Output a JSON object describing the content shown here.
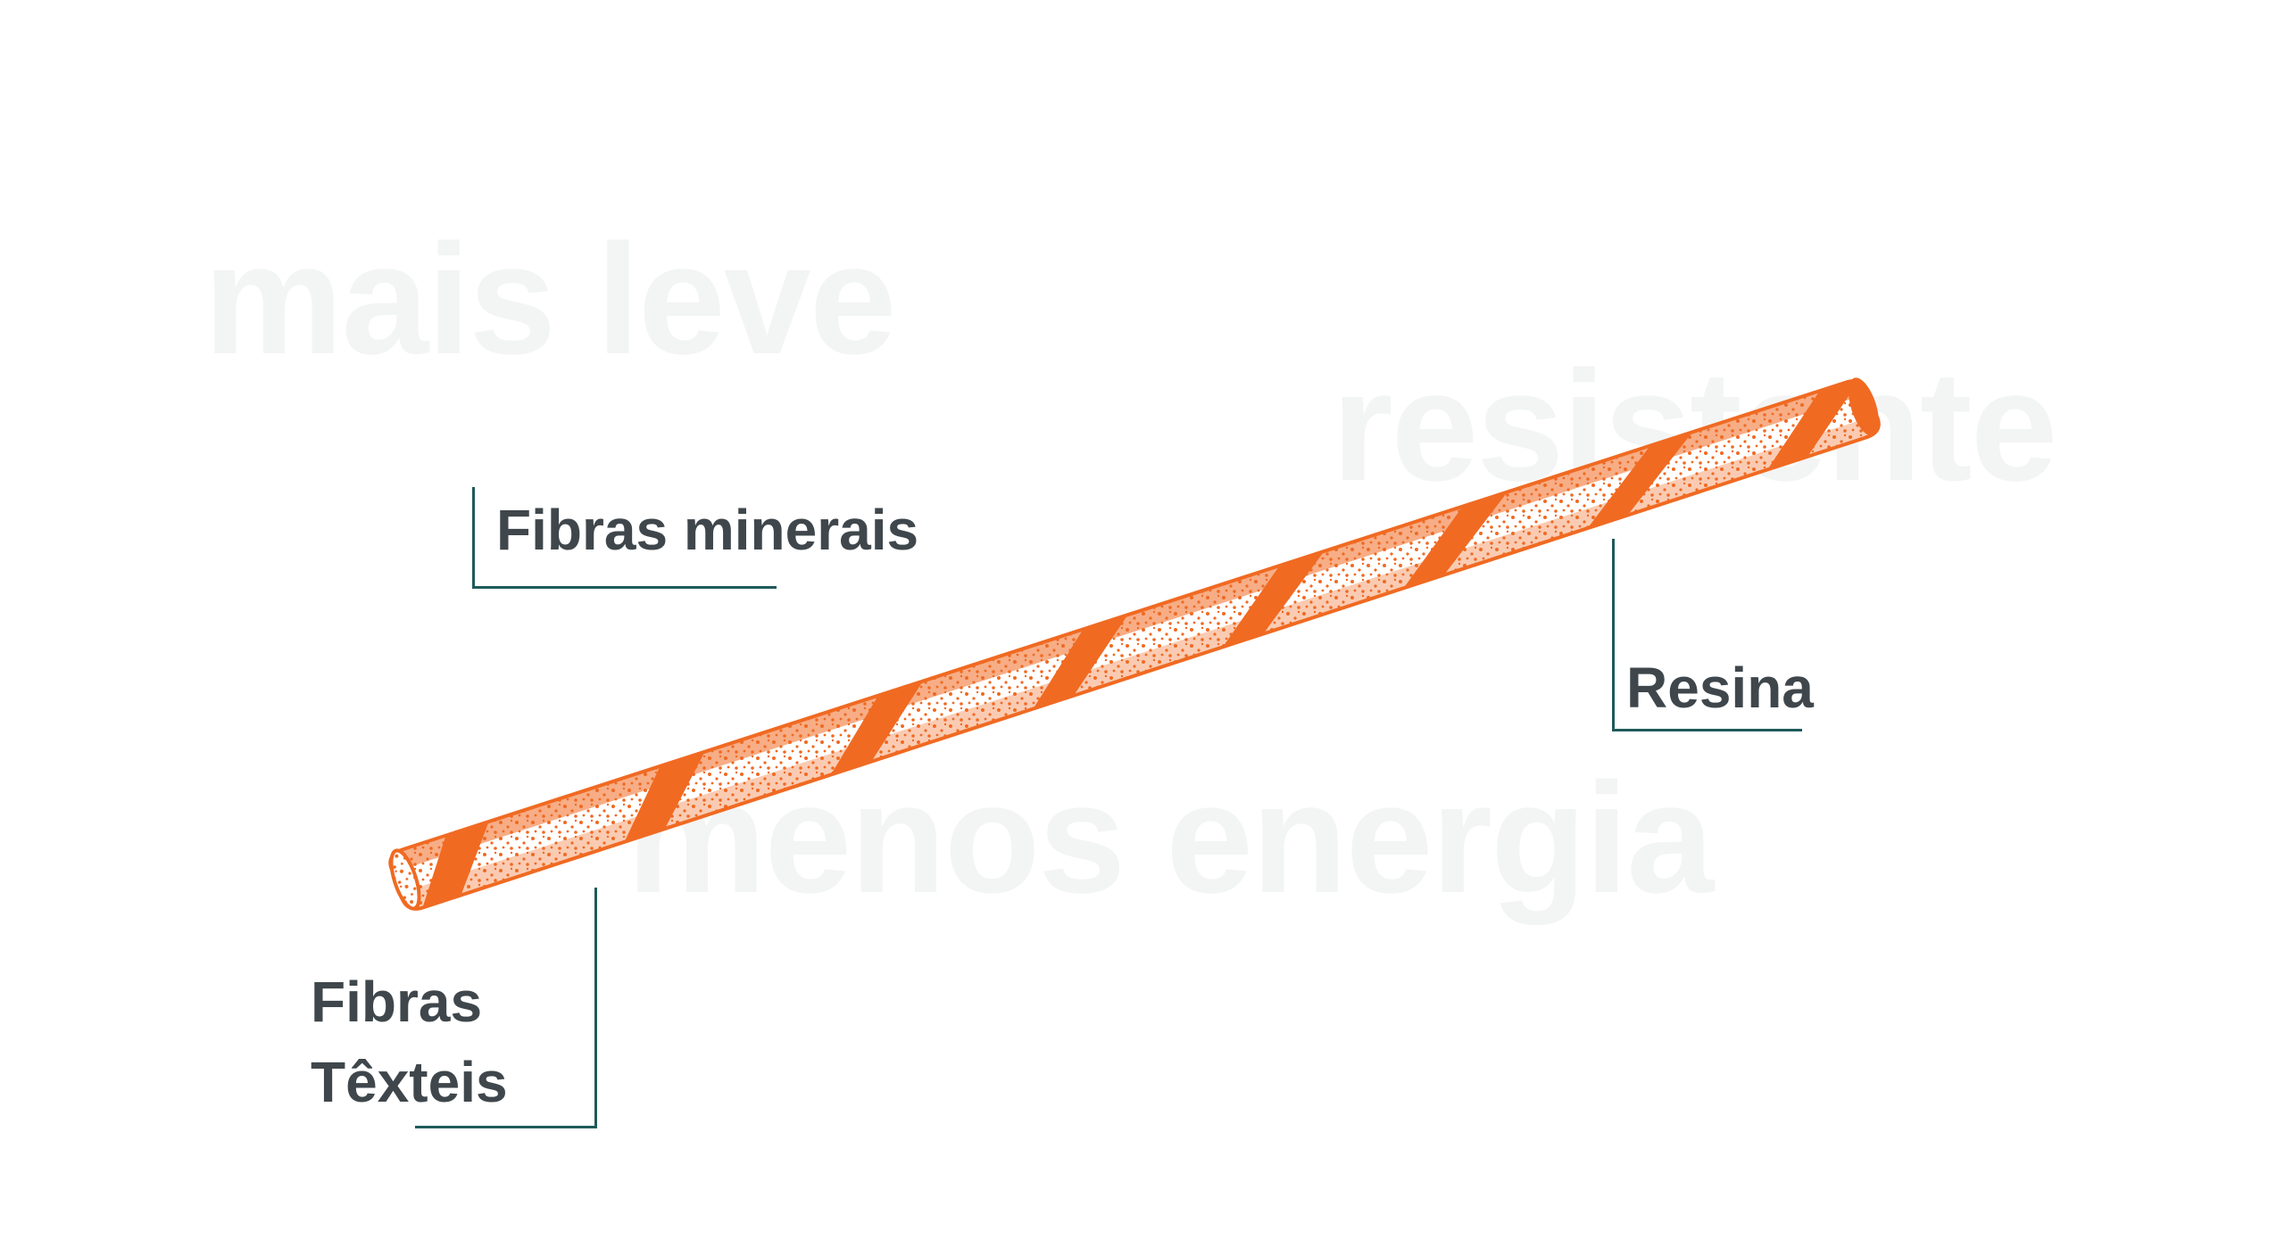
{
  "background_words": {
    "mais_leve": "mais leve",
    "resistente": "resistente",
    "menos_energia": "menos energia"
  },
  "labels": {
    "fibras_minerais": "Fibras minerais",
    "resina": "Resina",
    "fibras_texteis_line1": "Fibras",
    "fibras_texteis_line2": "Têxteis"
  },
  "colors": {
    "rod": "#f06a22",
    "label_text": "#3f474c",
    "leader_line": "#1f5a5a",
    "background_text": "#f3f4f4"
  }
}
